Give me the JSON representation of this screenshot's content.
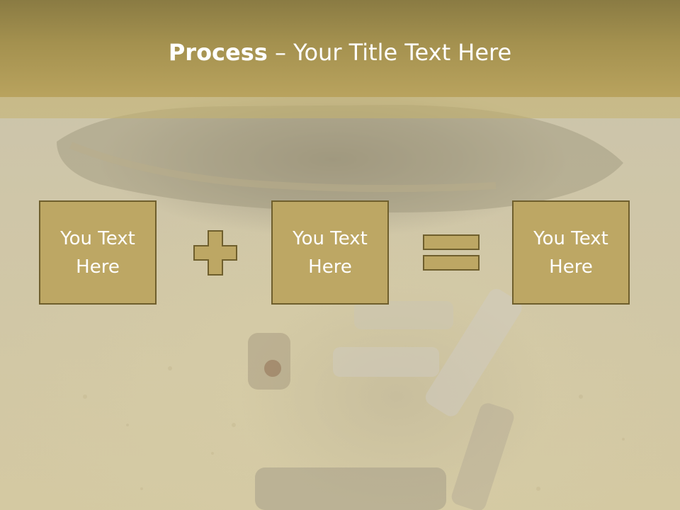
{
  "slide": {
    "title_bold": "Process",
    "title_rest": " – Your Title Text Here",
    "boxes": [
      {
        "text": "You Text Here"
      },
      {
        "text": "You Text Here"
      },
      {
        "text": "You Text Here"
      }
    ],
    "operators": [
      "plus-icon",
      "equals-icon"
    ]
  },
  "colors": {
    "title_bar": "#a4914f",
    "box_fill": "#bda764",
    "box_border": "#6f5f2d",
    "text": "#ffffff"
  }
}
